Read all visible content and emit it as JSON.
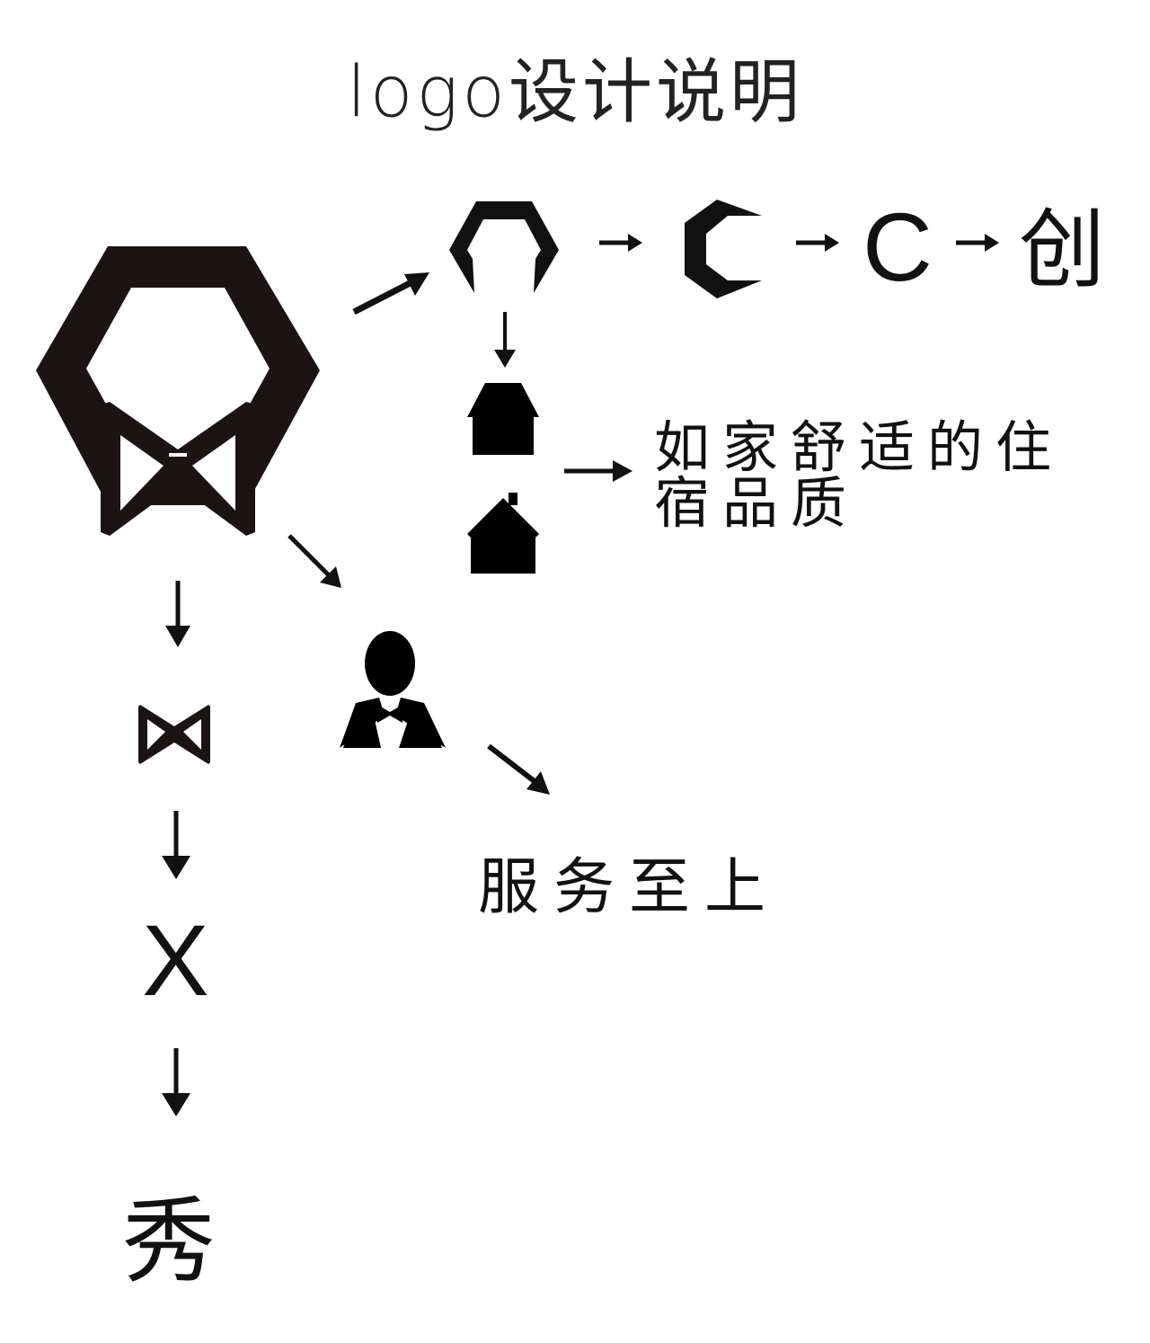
{
  "title": "logo设计说明",
  "chain_top": {
    "letter": "C",
    "char": "创"
  },
  "home_text": {
    "line1": "如家舒适的住",
    "line2": "宿品质"
  },
  "service_text": "服务至上",
  "chain_left": {
    "letter": "X",
    "char": "秀"
  },
  "colors": {
    "ink": "#111111",
    "background": "#ffffff"
  },
  "icons": {
    "main_logo": "hexagon-bowtie-logo-icon",
    "arch": "hexagon-arch-icon",
    "c_shape": "hexagon-c-icon",
    "house_a": "house-icon",
    "house_b": "house-chimney-icon",
    "butler": "butler-icon",
    "bowtie": "bowtie-icon"
  }
}
